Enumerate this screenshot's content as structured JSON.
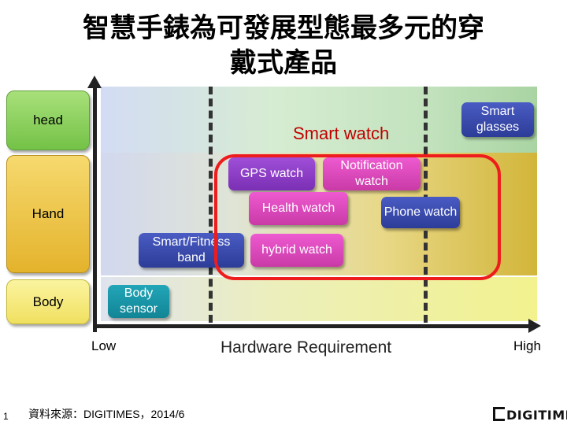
{
  "title": {
    "line1": "智慧手錶為可發展型態最多元的穿",
    "line2": "戴式產品"
  },
  "categories": {
    "head": "head",
    "hand": "Hand",
    "body": "Body"
  },
  "group_label": "Smart watch",
  "products": {
    "smart_glasses": "Smart glasses",
    "gps_watch": "GPS watch",
    "notification_watch": "Notification watch",
    "health_watch": "Health watch",
    "phone_watch": "Phone watch",
    "smart_fitness_band": "Smart/Fitness band",
    "hybrid_watch": "hybrid watch",
    "body_sensor": "Body sensor"
  },
  "axis": {
    "low": "Low",
    "label": "Hardware Requirement",
    "high": "High"
  },
  "footer": {
    "page_number": "1",
    "source": "資料來源：DIGITIMES，2014/6",
    "logo": "DIGITIMES"
  },
  "colors": {
    "highlight": "#ee1c1c",
    "head": "#8bd160",
    "hand": "#eec347",
    "body": "#f6ec7e"
  }
}
